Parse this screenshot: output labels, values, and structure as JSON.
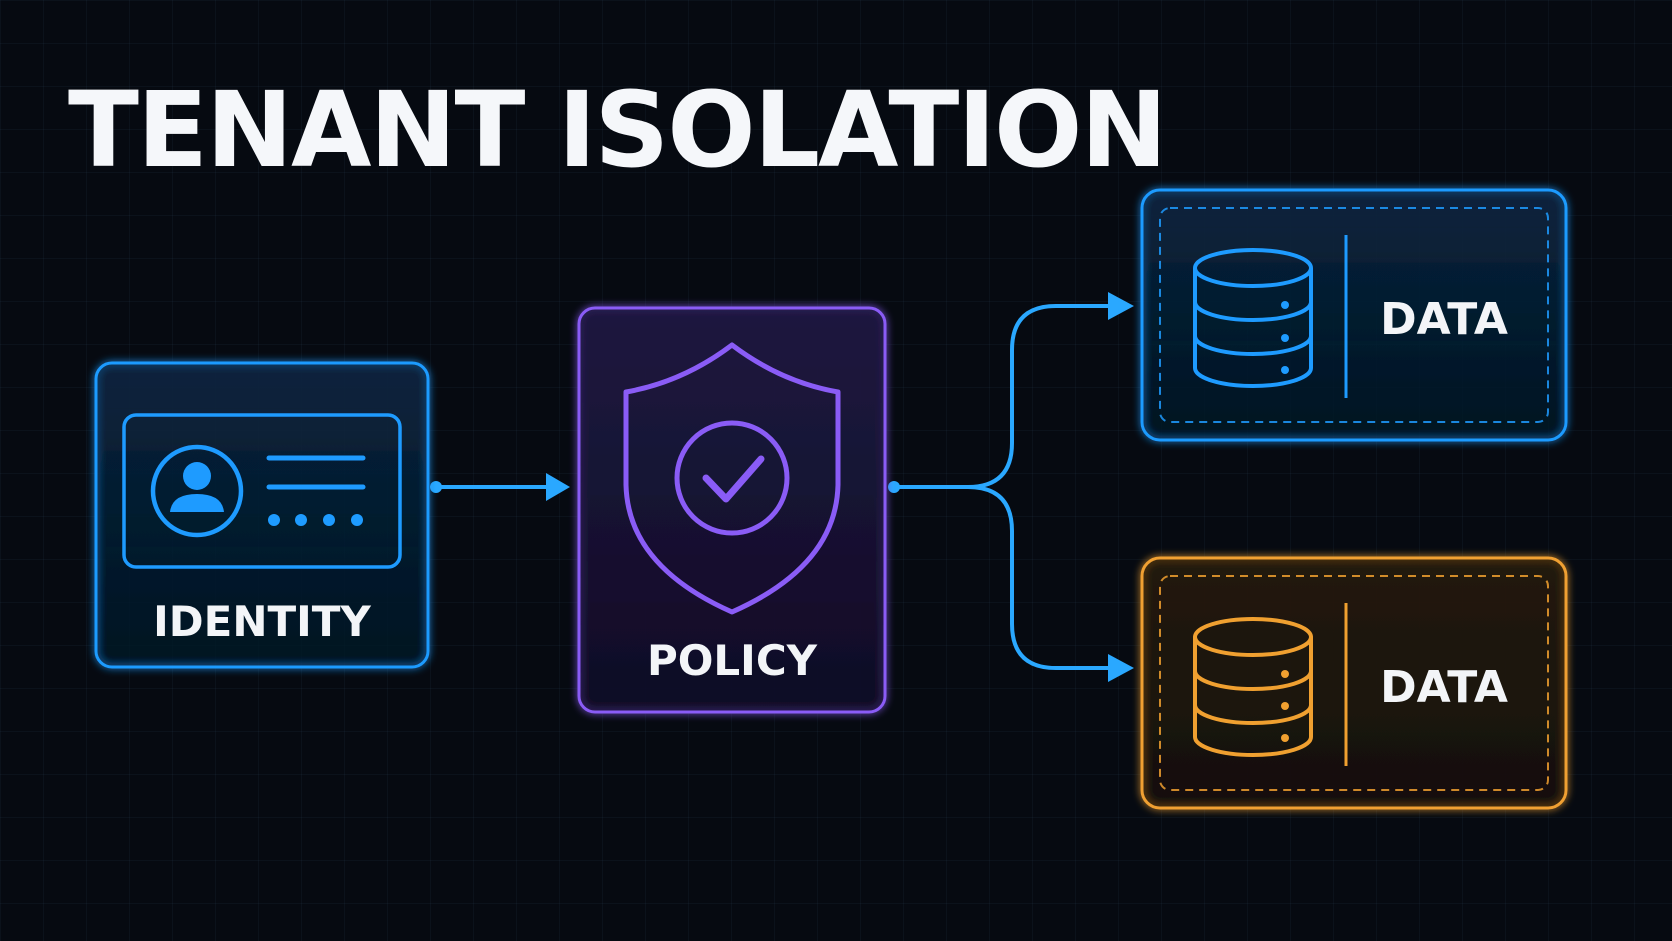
{
  "title": "TENANT ISOLATION",
  "nodes": {
    "identity": {
      "label": "IDENTITY",
      "icon": "id-card-icon",
      "color": "#1e9bff"
    },
    "policy": {
      "label": "POLICY",
      "icon": "shield-check-icon",
      "color": "#8a5cf6"
    },
    "data_tenant_a": {
      "label": "DATA",
      "icon": "database-icon",
      "color": "#1e9bff"
    },
    "data_tenant_b": {
      "label": "DATA",
      "icon": "database-icon",
      "color": "#f0a030"
    }
  },
  "connectors": [
    {
      "from": "identity",
      "to": "policy",
      "color": "#2aa8ff"
    },
    {
      "from": "policy",
      "to": "data_tenant_a",
      "color": "#2aa8ff"
    },
    {
      "from": "policy",
      "to": "data_tenant_b",
      "color": "#2aa8ff"
    }
  ]
}
